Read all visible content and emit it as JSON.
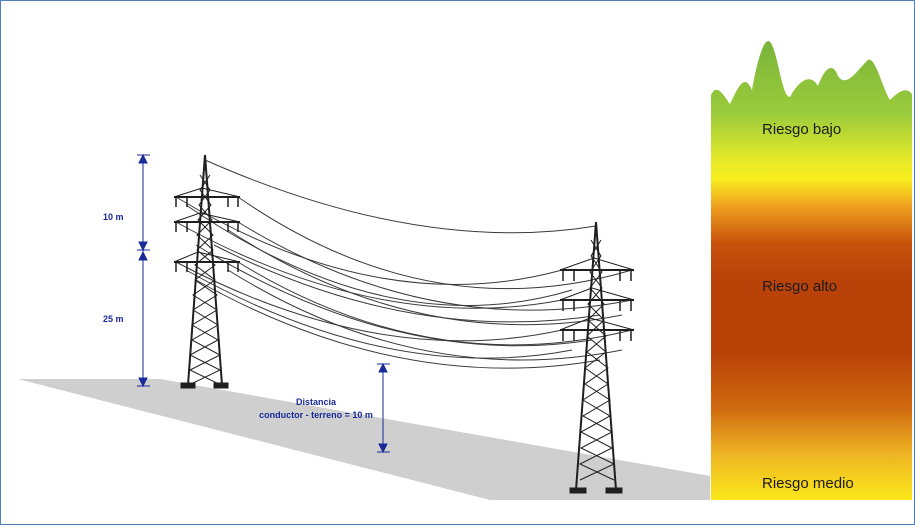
{
  "labels": {
    "height_top": "10 m",
    "height_bottom": "25 m",
    "clearance_line1": "Distancia",
    "clearance_line2": "conductor - terreno = 10 m"
  },
  "risk_zones": [
    {
      "label": "Riesgo bajo",
      "color": "#8cc63f"
    },
    {
      "label": "Riesgo alto",
      "color": "#b84208"
    },
    {
      "label": "Riesgo medio",
      "color": "#f5d213"
    }
  ],
  "colors": {
    "frame": "#4f7fbd",
    "dimension": "#1a2a9a",
    "ground": "#cfcfcf",
    "vegetation_green": "#8cc63f",
    "vegetation_yellow": "#f6ec1c",
    "vegetation_orange": "#e07a10",
    "vegetation_red": "#b84208",
    "tower": "#1f1f1f"
  }
}
